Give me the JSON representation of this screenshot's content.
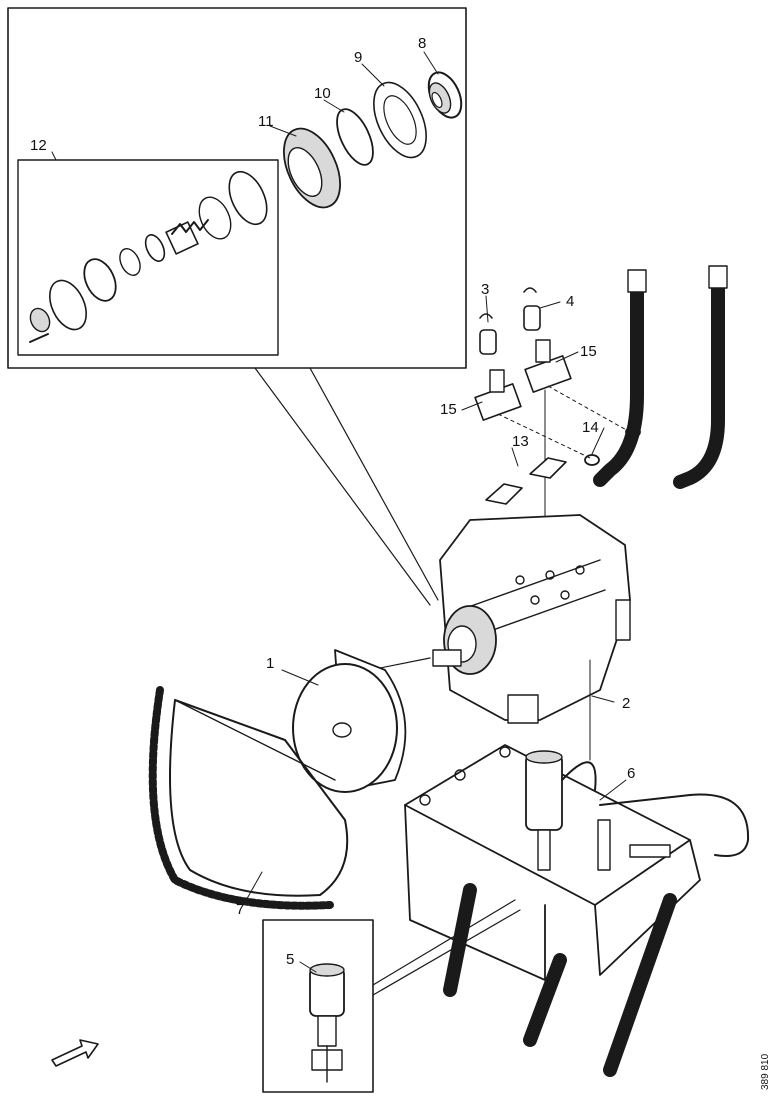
{
  "callouts": [
    {
      "id": "1",
      "text": "1",
      "part": "belt-pulley"
    },
    {
      "id": "2",
      "text": "2",
      "part": "compressor"
    },
    {
      "id": "3",
      "text": "3",
      "part": "pressure-switch"
    },
    {
      "id": "4",
      "text": "4",
      "part": "pressure-switch"
    },
    {
      "id": "5",
      "text": "5",
      "part": "sensor"
    },
    {
      "id": "6",
      "text": "6",
      "part": "tensioner-cylinder"
    },
    {
      "id": "7",
      "text": "7",
      "part": "drive-belt"
    },
    {
      "id": "8",
      "text": "8",
      "part": "shaft-seal"
    },
    {
      "id": "9",
      "text": "9",
      "part": "gasket"
    },
    {
      "id": "10",
      "text": "10",
      "part": "o-ring"
    },
    {
      "id": "11",
      "text": "11",
      "part": "seal-cover"
    },
    {
      "id": "12",
      "text": "12",
      "part": "shaft-seal-kit"
    },
    {
      "id": "13",
      "text": "13",
      "part": "gasket"
    },
    {
      "id": "14",
      "text": "14",
      "part": "o-ring"
    },
    {
      "id": "15a",
      "text": "15",
      "part": "service-valve"
    },
    {
      "id": "15b",
      "text": "15",
      "part": "service-valve"
    }
  ],
  "figure_id": "389 810",
  "icons": {
    "direction": "direction-arrow-icon"
  }
}
